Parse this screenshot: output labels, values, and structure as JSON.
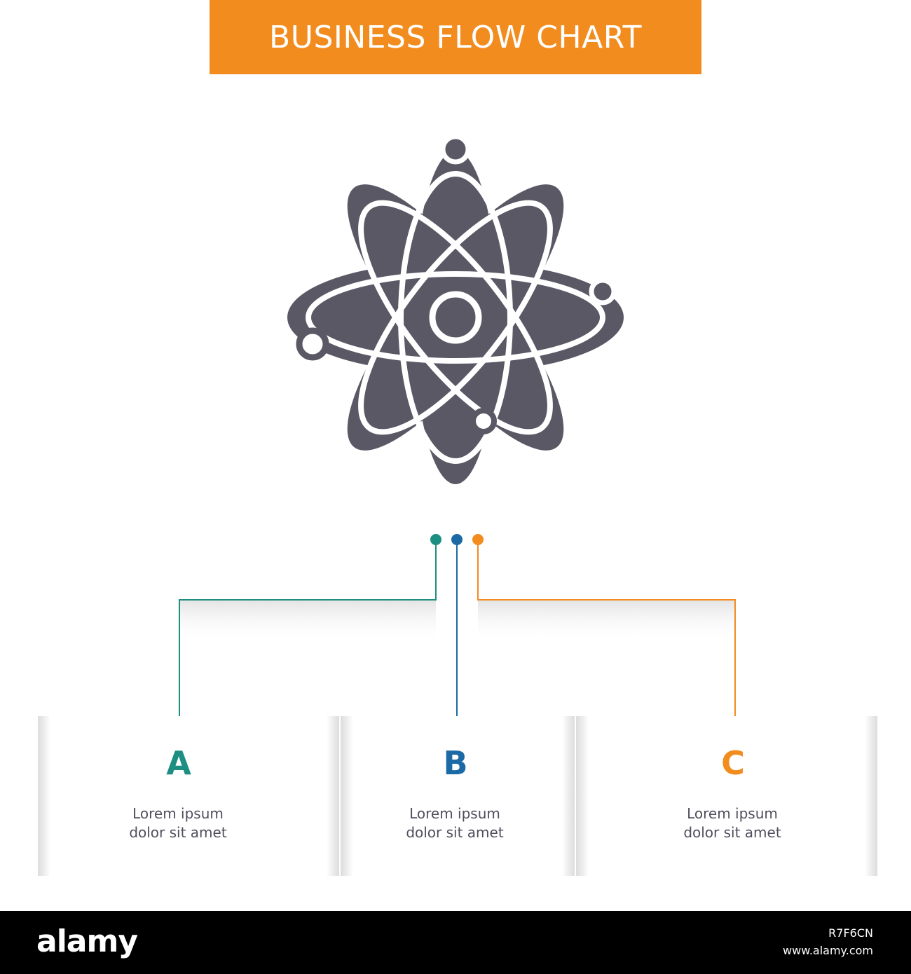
{
  "header": {
    "title": "BUSINESS FLOW CHART"
  },
  "icon": {
    "name": "atom-icon",
    "color": "#5a5864"
  },
  "steps": [
    {
      "letter": "A",
      "line1": "Lorem ipsum",
      "line2": "dolor sit amet",
      "color": "#1d8e82"
    },
    {
      "letter": "B",
      "line1": "Lorem ipsum",
      "line2": "dolor sit amet",
      "color": "#1b6aa6"
    },
    {
      "letter": "C",
      "line1": "Lorem ipsum",
      "line2": "dolor sit amet",
      "color": "#f28c1e"
    }
  ],
  "footer": {
    "logo": "alamy",
    "image_id": "R7F6CN",
    "url": "www.alamy.com"
  }
}
